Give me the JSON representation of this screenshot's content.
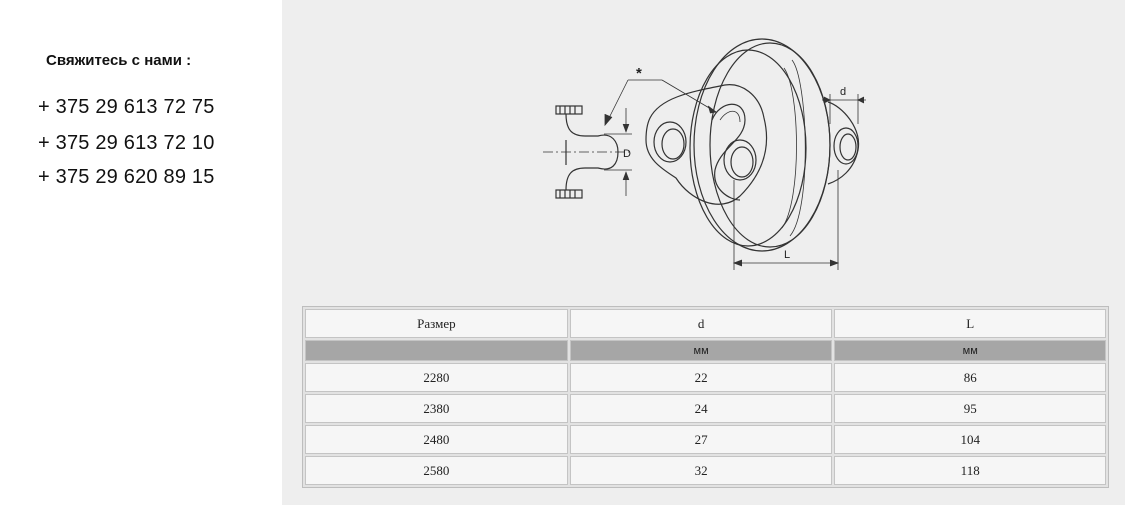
{
  "contacts": {
    "title": "Свяжитесь с нами :",
    "phones": [
      "+ 375 29 613 72 75",
      "+ 375 29 613 72 10",
      "+ 375 29 620 89 15"
    ]
  },
  "drawing": {
    "labels": {
      "star": "*",
      "d": "d",
      "D": "D",
      "L": "L"
    }
  },
  "table": {
    "headers": [
      "Размер",
      "d",
      "L"
    ],
    "units": [
      "",
      "мм",
      "мм"
    ],
    "rows": [
      [
        "2280",
        "22",
        "86"
      ],
      [
        "2380",
        "24",
        "95"
      ],
      [
        "2480",
        "27",
        "104"
      ],
      [
        "2580",
        "32",
        "118"
      ]
    ]
  }
}
